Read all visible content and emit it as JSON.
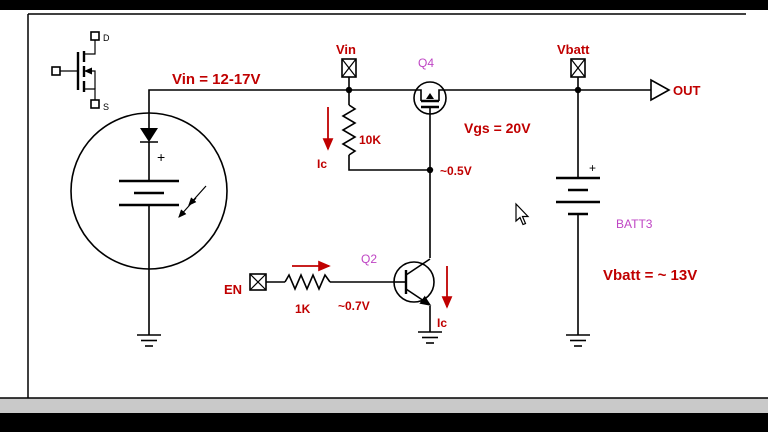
{
  "frame": {
    "letterbox_color": "#000000",
    "canvas_color": "#ffffff",
    "bottom_strip_color": "#c9c9c9"
  },
  "colors": {
    "wire": "#000000",
    "annotation_red": "#c00000",
    "designator_magenta": "#bf45c4"
  },
  "texts": {
    "vin_range": "Vin = 12-17V",
    "vin_port": "Vin",
    "vbatt_port": "Vbatt",
    "en_port": "EN",
    "out_port": "OUT",
    "q4_ref": "Q4",
    "q2_ref": "Q2",
    "batt_ref": "BATT3",
    "vgs_note": "Vgs = 20V",
    "vbatt_note": "Vbatt = ~ 13V",
    "gate_node": "~0.5V",
    "base_node": "~0.7V",
    "r_pullup_value": "10K",
    "r_base_value": "1K",
    "ic_top": "Ic",
    "ic_bottom": "Ic",
    "mosfet_d": "D",
    "mosfet_s": "S",
    "solar_plus": "+",
    "batt_plus": "+"
  }
}
